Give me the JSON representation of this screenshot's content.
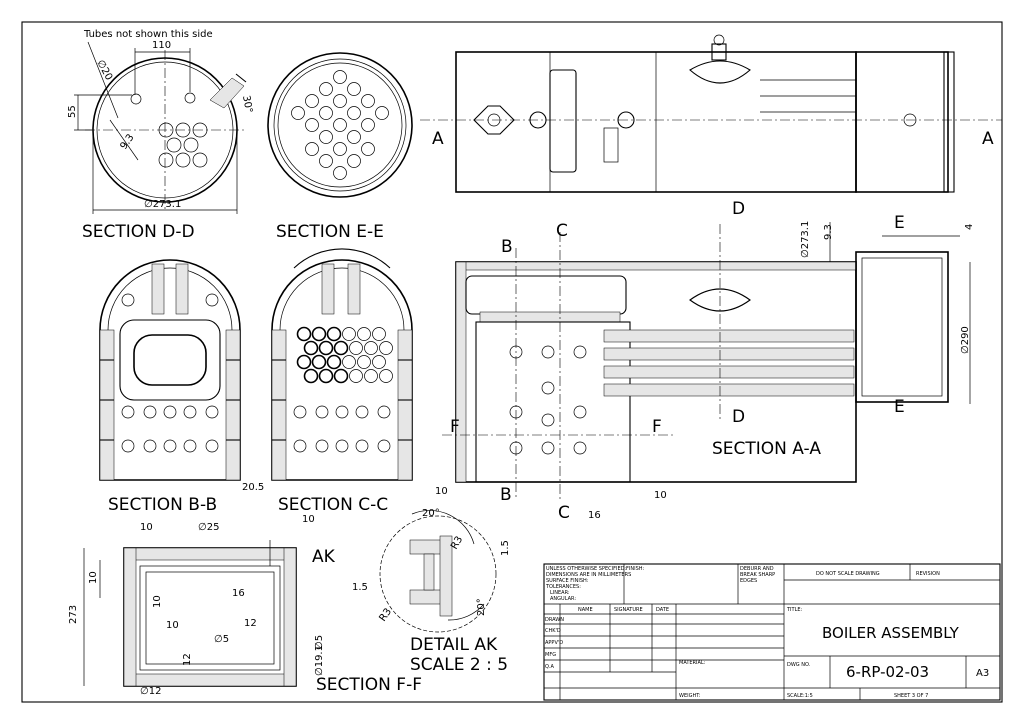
{
  "sections": {
    "dd": "SECTION D-D",
    "ee": "SECTION E-E",
    "bb": "SECTION B-B",
    "cc": "SECTION C-C",
    "aa": "SECTION A-A",
    "ff": "SECTION F-F",
    "detail_line1": "DETAIL AK",
    "detail_line2": "SCALE 2 : 5"
  },
  "note": "Tubes not shown this side",
  "section_letters": {
    "a": "A",
    "b": "B",
    "c": "C",
    "d": "D",
    "e": "E",
    "f": "F",
    "ak": "AK"
  },
  "dimensions": {
    "d_110": "110",
    "d_20": "∅20",
    "d_55": "55",
    "d_30deg": "30°",
    "d_9_3": "9.3",
    "d_273_1": "∅273.1",
    "d_273_1_a": "∅273.1",
    "d_9_3_a": "9.3",
    "d_4": "4",
    "d_290": "∅290",
    "d_20_5": "20.5",
    "d_10_a": "10",
    "d_10_b": "10",
    "d_10_c": "10",
    "d_16_a": "16",
    "f_10_a": "10",
    "f_25": "∅25",
    "f_10_b": "10",
    "f_10_c": "10",
    "f_273": "273",
    "f_10_d": "10",
    "f_16": "16",
    "f_12_a": "12",
    "f_10_e": "10",
    "f_5_a": "∅5",
    "f_12_b": "12",
    "f_5_b": "∅5",
    "f_19_1": "∅19.1",
    "f_12_c": "∅12",
    "ak_20_a": "20°",
    "ak_r3_a": "R3",
    "ak_1_5_a": "1.5",
    "ak_1_5_b": "1.5",
    "ak_r3_b": "R3",
    "ak_20_b": "20°"
  },
  "title_block": {
    "notes": [
      "UNLESS OTHERWISE SPECIFIED:",
      "DIMENSIONS ARE IN MILLIMETERS",
      "SURFACE FINISH:",
      "TOLERANCES:",
      "LINEAR:",
      "ANGULAR:"
    ],
    "finish": "FINISH:",
    "deburr": [
      "DEBURR AND",
      "BREAK SHARP",
      "EDGES"
    ],
    "do_not_scale": "DO NOT SCALE DRAWING",
    "revision": "REVISION",
    "col_name": "NAME",
    "col_signature": "SIGNATURE",
    "col_date": "DATE",
    "rows": [
      "DRAWN",
      "CHK'D",
      "APPV'D",
      "MFG",
      "Q.A"
    ],
    "title_label": "TITLE:",
    "title": "BOILER ASSEMBLY",
    "material": "MATERIAL:",
    "dwg_no_label": "DWG NO.",
    "dwg_no": "6-RP-02-03",
    "size": "A3",
    "weight": "WEIGHT:",
    "scale": "SCALE:1:5",
    "sheet": "SHEET 3 OF 7"
  }
}
